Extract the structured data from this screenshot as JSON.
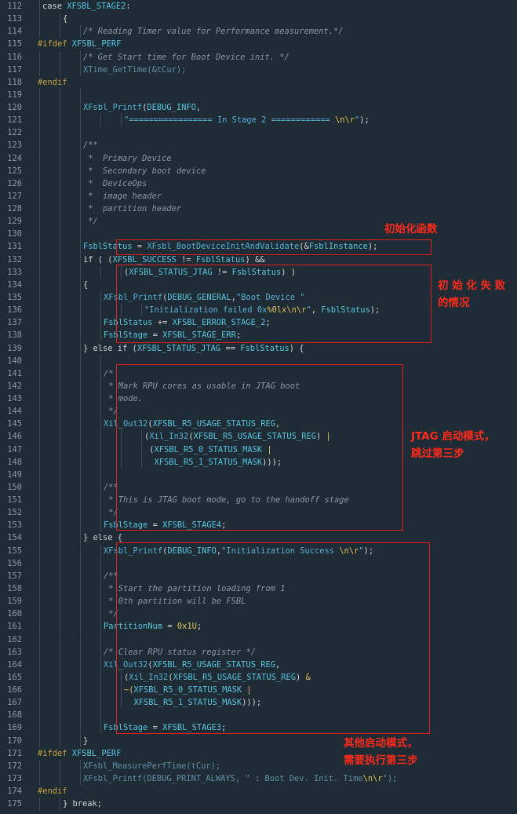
{
  "lines": [
    {
      "n": "112",
      "lvl": 2,
      "tokens": [
        {
          "t": "case ",
          "c": "kw"
        },
        {
          "t": "XFSBL_STAGE2",
          "c": "def"
        },
        {
          "t": ":",
          "c": "op"
        }
      ]
    },
    {
      "n": "113",
      "lvl": 3,
      "tokens": [
        {
          "t": "{",
          "c": "txt"
        }
      ]
    },
    {
      "n": "114",
      "lvl": 4,
      "tokens": [
        {
          "t": "/* Reading Timer value for Performance measurement.*/",
          "c": "cmt"
        }
      ]
    },
    {
      "n": "115",
      "lvl": 0,
      "tokens": [
        {
          "t": "#ifdef ",
          "c": "pp"
        },
        {
          "t": "XFSBL_PERF",
          "c": "def"
        }
      ]
    },
    {
      "n": "116",
      "lvl": 4,
      "tokens": [
        {
          "t": "/* Get Start time for Boot Device init. */",
          "c": "cmt"
        }
      ]
    },
    {
      "n": "117",
      "lvl": 4,
      "tokens": [
        {
          "t": "XTime_GetTime(&tCur);",
          "c": "dim"
        }
      ]
    },
    {
      "n": "118",
      "lvl": 0,
      "tokens": [
        {
          "t": "#endif",
          "c": "pp"
        }
      ]
    },
    {
      "n": "119",
      "lvl": 4,
      "tokens": []
    },
    {
      "n": "120",
      "lvl": 4,
      "tokens": [
        {
          "t": "XFsbl_Printf",
          "c": "fn"
        },
        {
          "t": "(",
          "c": "op"
        },
        {
          "t": "DEBUG_INFO",
          "c": "def"
        },
        {
          "t": ",",
          "c": "op"
        }
      ]
    },
    {
      "n": "121",
      "lvl": 6,
      "tokens": [
        {
          "t": "\"================= In Stage 2 ============ ",
          "c": "str"
        },
        {
          "t": "\\n\\r",
          "c": "num"
        },
        {
          "t": "\"",
          "c": "str"
        },
        {
          "t": ");",
          "c": "op"
        }
      ]
    },
    {
      "n": "122",
      "lvl": 4,
      "tokens": []
    },
    {
      "n": "123",
      "lvl": 4,
      "tokens": [
        {
          "t": "/**",
          "c": "cmt"
        }
      ]
    },
    {
      "n": "124",
      "lvl": 4,
      "tokens": [
        {
          "t": " *  Primary Device",
          "c": "cmt"
        }
      ]
    },
    {
      "n": "125",
      "lvl": 4,
      "tokens": [
        {
          "t": " *  Secondary boot device",
          "c": "cmt"
        }
      ]
    },
    {
      "n": "126",
      "lvl": 4,
      "tokens": [
        {
          "t": " *  DeviceOps",
          "c": "cmt"
        }
      ]
    },
    {
      "n": "127",
      "lvl": 4,
      "tokens": [
        {
          "t": " *  image header",
          "c": "cmt"
        }
      ]
    },
    {
      "n": "128",
      "lvl": 4,
      "tokens": [
        {
          "t": " *  partition header",
          "c": "cmt"
        }
      ]
    },
    {
      "n": "129",
      "lvl": 4,
      "tokens": [
        {
          "t": " */",
          "c": "cmt"
        }
      ]
    },
    {
      "n": "130",
      "lvl": 4,
      "tokens": []
    },
    {
      "n": "131",
      "lvl": 4,
      "tokens": [
        {
          "t": "FsblStatus",
          "c": "def"
        },
        {
          "t": " = ",
          "c": "op"
        },
        {
          "t": "XFsbl_BootDeviceInitAndValidate",
          "c": "fn"
        },
        {
          "t": "(&",
          "c": "op"
        },
        {
          "t": "FsblInstance",
          "c": "def"
        },
        {
          "t": ");",
          "c": "op"
        }
      ]
    },
    {
      "n": "132",
      "lvl": 4,
      "tokens": [
        {
          "t": "if ( (",
          "c": "kw"
        },
        {
          "t": "XFSBL_SUCCESS",
          "c": "def"
        },
        {
          "t": " != ",
          "c": "op"
        },
        {
          "t": "FsblStatus",
          "c": "def"
        },
        {
          "t": ") &&",
          "c": "op"
        }
      ]
    },
    {
      "n": "133",
      "lvl": 6,
      "tokens": [
        {
          "t": "(",
          "c": "op"
        },
        {
          "t": "XFSBL_STATUS_JTAG",
          "c": "def"
        },
        {
          "t": " != ",
          "c": "op"
        },
        {
          "t": "FsblStatus",
          "c": "def"
        },
        {
          "t": ") )",
          "c": "op"
        }
      ]
    },
    {
      "n": "134",
      "lvl": 4,
      "tokens": [
        {
          "t": "{",
          "c": "txt"
        }
      ]
    },
    {
      "n": "135",
      "lvl": 5,
      "tokens": [
        {
          "t": "XFsbl_Printf",
          "c": "fn"
        },
        {
          "t": "(",
          "c": "op"
        },
        {
          "t": "DEBUG_GENERAL",
          "c": "def"
        },
        {
          "t": ",",
          "c": "op"
        },
        {
          "t": "\"Boot Device \"",
          "c": "str"
        }
      ]
    },
    {
      "n": "136",
      "lvl": 7,
      "tokens": [
        {
          "t": "\"Initialization failed 0x",
          "c": "str"
        },
        {
          "t": "%0lx\\n\\r",
          "c": "num"
        },
        {
          "t": "\"",
          "c": "str"
        },
        {
          "t": ", ",
          "c": "op"
        },
        {
          "t": "FsblStatus",
          "c": "def"
        },
        {
          "t": ");",
          "c": "op"
        }
      ]
    },
    {
      "n": "137",
      "lvl": 5,
      "tokens": [
        {
          "t": "FsblStatus",
          "c": "def"
        },
        {
          "t": " += ",
          "c": "op"
        },
        {
          "t": "XFSBL_ERROR_STAGE_2",
          "c": "def"
        },
        {
          "t": ";",
          "c": "op"
        }
      ]
    },
    {
      "n": "138",
      "lvl": 5,
      "tokens": [
        {
          "t": "FsblStage",
          "c": "def"
        },
        {
          "t": " = ",
          "c": "op"
        },
        {
          "t": "XFSBL_STAGE_ERR",
          "c": "def"
        },
        {
          "t": ";",
          "c": "op"
        }
      ]
    },
    {
      "n": "139",
      "lvl": 4,
      "tokens": [
        {
          "t": "} else if (",
          "c": "kw"
        },
        {
          "t": "XFSBL_STATUS_JTAG",
          "c": "def"
        },
        {
          "t": " == ",
          "c": "op"
        },
        {
          "t": "FsblStatus",
          "c": "def"
        },
        {
          "t": ") {",
          "c": "op"
        }
      ]
    },
    {
      "n": "140",
      "lvl": 5,
      "tokens": []
    },
    {
      "n": "141",
      "lvl": 5,
      "tokens": [
        {
          "t": "/*",
          "c": "cmt"
        }
      ]
    },
    {
      "n": "142",
      "lvl": 5,
      "tokens": [
        {
          "t": " * Mark RPU cores as usable in JTAG boot",
          "c": "cmt"
        }
      ]
    },
    {
      "n": "143",
      "lvl": 5,
      "tokens": [
        {
          "t": " * mode.",
          "c": "cmt"
        }
      ]
    },
    {
      "n": "144",
      "lvl": 5,
      "tokens": [
        {
          "t": " */",
          "c": "cmt"
        }
      ]
    },
    {
      "n": "145",
      "lvl": 5,
      "tokens": [
        {
          "t": "Xil_Out32",
          "c": "fn"
        },
        {
          "t": "(",
          "c": "op"
        },
        {
          "t": "XFSBL_R5_USAGE_STATUS_REG",
          "c": "def"
        },
        {
          "t": ",",
          "c": "op"
        }
      ]
    },
    {
      "n": "146",
      "lvl": 7,
      "tokens": [
        {
          "t": "(",
          "c": "op"
        },
        {
          "t": "Xil_In32",
          "c": "fn"
        },
        {
          "t": "(",
          "c": "op"
        },
        {
          "t": "XFSBL_R5_USAGE_STATUS_REG",
          "c": "def"
        },
        {
          "t": ") ",
          "c": "op"
        },
        {
          "t": "|",
          "c": "num"
        }
      ]
    },
    {
      "n": "147",
      "lvl": 7,
      "tokens": [
        {
          "t": " (",
          "c": "op"
        },
        {
          "t": "XFSBL_R5_0_STATUS_MASK",
          "c": "def"
        },
        {
          "t": " |",
          "c": "num"
        }
      ]
    },
    {
      "n": "148",
      "lvl": 7,
      "tokens": [
        {
          "t": "  ",
          "c": "op"
        },
        {
          "t": "XFSBL_R5_1_STATUS_MASK",
          "c": "def"
        },
        {
          "t": ")));",
          "c": "op"
        }
      ]
    },
    {
      "n": "149",
      "lvl": 5,
      "tokens": []
    },
    {
      "n": "150",
      "lvl": 5,
      "tokens": [
        {
          "t": "/**",
          "c": "cmt"
        }
      ]
    },
    {
      "n": "151",
      "lvl": 5,
      "tokens": [
        {
          "t": " * This is JTAG boot mode, go to the handoff stage",
          "c": "cmt"
        }
      ]
    },
    {
      "n": "152",
      "lvl": 5,
      "tokens": [
        {
          "t": " */",
          "c": "cmt"
        }
      ]
    },
    {
      "n": "153",
      "lvl": 5,
      "tokens": [
        {
          "t": "FsblStage",
          "c": "def"
        },
        {
          "t": " = ",
          "c": "op"
        },
        {
          "t": "XFSBL_STAGE4",
          "c": "def"
        },
        {
          "t": ";",
          "c": "op"
        }
      ]
    },
    {
      "n": "154",
      "lvl": 4,
      "tokens": [
        {
          "t": "} else {",
          "c": "kw"
        }
      ]
    },
    {
      "n": "155",
      "lvl": 5,
      "tokens": [
        {
          "t": "XFsbl_Printf",
          "c": "fn"
        },
        {
          "t": "(",
          "c": "op"
        },
        {
          "t": "DEBUG_INFO",
          "c": "def"
        },
        {
          "t": ",",
          "c": "op"
        },
        {
          "t": "\"Initialization Success ",
          "c": "str"
        },
        {
          "t": "\\n\\r",
          "c": "num"
        },
        {
          "t": "\"",
          "c": "str"
        },
        {
          "t": ");",
          "c": "op"
        }
      ]
    },
    {
      "n": "156",
      "lvl": 5,
      "tokens": []
    },
    {
      "n": "157",
      "lvl": 5,
      "tokens": [
        {
          "t": "/**",
          "c": "cmt"
        }
      ]
    },
    {
      "n": "158",
      "lvl": 5,
      "tokens": [
        {
          "t": " * Start the partition loading from 1",
          "c": "cmt"
        }
      ]
    },
    {
      "n": "159",
      "lvl": 5,
      "tokens": [
        {
          "t": " * 0th partition will be FSBL",
          "c": "cmt"
        }
      ]
    },
    {
      "n": "160",
      "lvl": 5,
      "tokens": [
        {
          "t": " */",
          "c": "cmt"
        }
      ]
    },
    {
      "n": "161",
      "lvl": 5,
      "tokens": [
        {
          "t": "PartitionNum",
          "c": "def"
        },
        {
          "t": " = ",
          "c": "op"
        },
        {
          "t": "0x1U",
          "c": "num"
        },
        {
          "t": ";",
          "c": "op"
        }
      ]
    },
    {
      "n": "162",
      "lvl": 5,
      "tokens": []
    },
    {
      "n": "163",
      "lvl": 5,
      "tokens": [
        {
          "t": "/* Clear RPU status register */",
          "c": "cmt"
        }
      ]
    },
    {
      "n": "164",
      "lvl": 5,
      "tokens": [
        {
          "t": "Xil_Out32",
          "c": "fn"
        },
        {
          "t": "(",
          "c": "op"
        },
        {
          "t": "XFSBL_R5_USAGE_STATUS_REG",
          "c": "def"
        },
        {
          "t": ",",
          "c": "op"
        }
      ]
    },
    {
      "n": "165",
      "lvl": 6,
      "tokens": [
        {
          "t": "(",
          "c": "op"
        },
        {
          "t": "Xil_In32",
          "c": "fn"
        },
        {
          "t": "(",
          "c": "op"
        },
        {
          "t": "XFSBL_R5_USAGE_STATUS_REG",
          "c": "def"
        },
        {
          "t": ") ",
          "c": "op"
        },
        {
          "t": "&",
          "c": "num"
        }
      ]
    },
    {
      "n": "166",
      "lvl": 6,
      "tokens": [
        {
          "t": "~(",
          "c": "num"
        },
        {
          "t": "XFSBL_R5_0_STATUS_MASK",
          "c": "def"
        },
        {
          "t": " |",
          "c": "num"
        }
      ]
    },
    {
      "n": "167",
      "lvl": 6,
      "tokens": [
        {
          "t": "  ",
          "c": "op"
        },
        {
          "t": "XFSBL_R5_1_STATUS_MASK",
          "c": "def"
        },
        {
          "t": ")));",
          "c": "op"
        }
      ]
    },
    {
      "n": "168",
      "lvl": 5,
      "tokens": []
    },
    {
      "n": "169",
      "lvl": 5,
      "tokens": [
        {
          "t": "FsblStage",
          "c": "def"
        },
        {
          "t": " = ",
          "c": "op"
        },
        {
          "t": "XFSBL_STAGE3",
          "c": "def"
        },
        {
          "t": ";",
          "c": "op"
        }
      ]
    },
    {
      "n": "170",
      "lvl": 4,
      "tokens": [
        {
          "t": "}",
          "c": "txt"
        }
      ]
    },
    {
      "n": "171",
      "lvl": 0,
      "tokens": [
        {
          "t": "#ifdef ",
          "c": "pp"
        },
        {
          "t": "XFSBL_PERF",
          "c": "def"
        }
      ]
    },
    {
      "n": "172",
      "lvl": 4,
      "tokens": [
        {
          "t": "XFsbl_MeasurePerfTime(tCur);",
          "c": "dim"
        }
      ]
    },
    {
      "n": "173",
      "lvl": 4,
      "tokens": [
        {
          "t": "XFsbl_Printf(DEBUG_PRINT_ALWAYS, \" : Boot Dev. Init. Time",
          "c": "dim"
        },
        {
          "t": "\\n\\r",
          "c": "num"
        },
        {
          "t": "\");",
          "c": "dim"
        }
      ]
    },
    {
      "n": "174",
      "lvl": 0,
      "tokens": [
        {
          "t": "#endif",
          "c": "pp"
        }
      ]
    },
    {
      "n": "175",
      "lvl": 3,
      "tokens": [
        {
          "t": "} break;",
          "c": "kw"
        }
      ]
    }
  ],
  "annotations": {
    "init_function": "初始化函数",
    "init_failed": "初 始 化 失 败\n的情况",
    "jtag_mode": "JTAG 启动模式，\n跳过第三步",
    "other_mode": "其他启动模式，\n需要执行第三步"
  }
}
